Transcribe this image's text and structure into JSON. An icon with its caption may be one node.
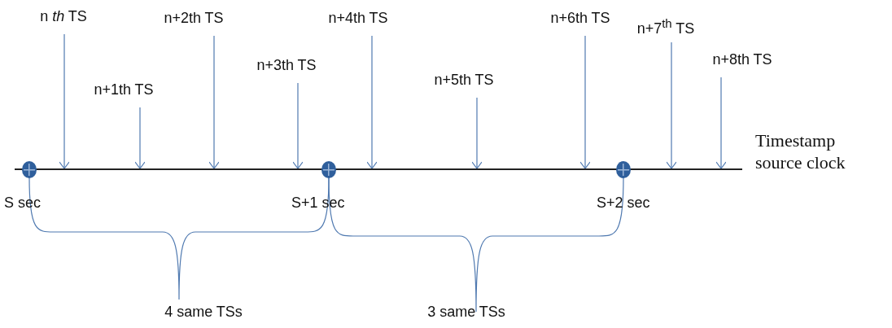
{
  "diagram": {
    "nodes": [
      {
        "text": [
          "n *th* TS"
        ]
      },
      {
        "text": [
          "n+1th TS"
        ]
      },
      {
        "text": [
          "n+2th TS"
        ]
      },
      {
        "text": [
          "n+3th TS"
        ]
      },
      {
        "text": [
          "n+4th TS"
        ]
      },
      {
        "text": [
          "n+5th TS"
        ]
      },
      {
        "text": [
          "n+6th TS"
        ]
      },
      {
        "text": [
          "n+7$^{th}$ TS"
        ]
      },
      {
        "text": [
          "n+8th TS"
        ]
      },
      {
        "text": [],
        "shape": "line",
        "beside": [
          "Timestamp source clock"
        ]
      },
      {
        "text": [],
        "shape": "circle",
        "beside": [
          "S sec"
        ]
      },
      {
        "text": [],
        "shape": "circle",
        "beside": [
          "S+1 sec"
        ]
      },
      {
        "text": [],
        "shape": "circle",
        "beside": [
          "S+2 sec"
        ]
      }
    ],
    "edges": [
      {
        "from": 0,
        "to": 9,
        "arrow": "to"
      },
      {
        "from": 1,
        "to": 9,
        "arrow": "to"
      },
      {
        "from": 2,
        "to": 9,
        "arrow": "to"
      },
      {
        "from": 3,
        "to": 9,
        "arrow": "to"
      },
      {
        "from": 4,
        "to": 9,
        "arrow": "to"
      },
      {
        "from": 5,
        "to": 9,
        "arrow": "to"
      },
      {
        "from": 6,
        "to": 9,
        "arrow": "to"
      },
      {
        "from": 7,
        "to": 9,
        "arrow": "to"
      },
      {
        "from": 8,
        "to": 9,
        "arrow": "to"
      }
    ],
    "labels": [
      "4 same TSs",
      "3 same TSs"
    ]
  }
}
